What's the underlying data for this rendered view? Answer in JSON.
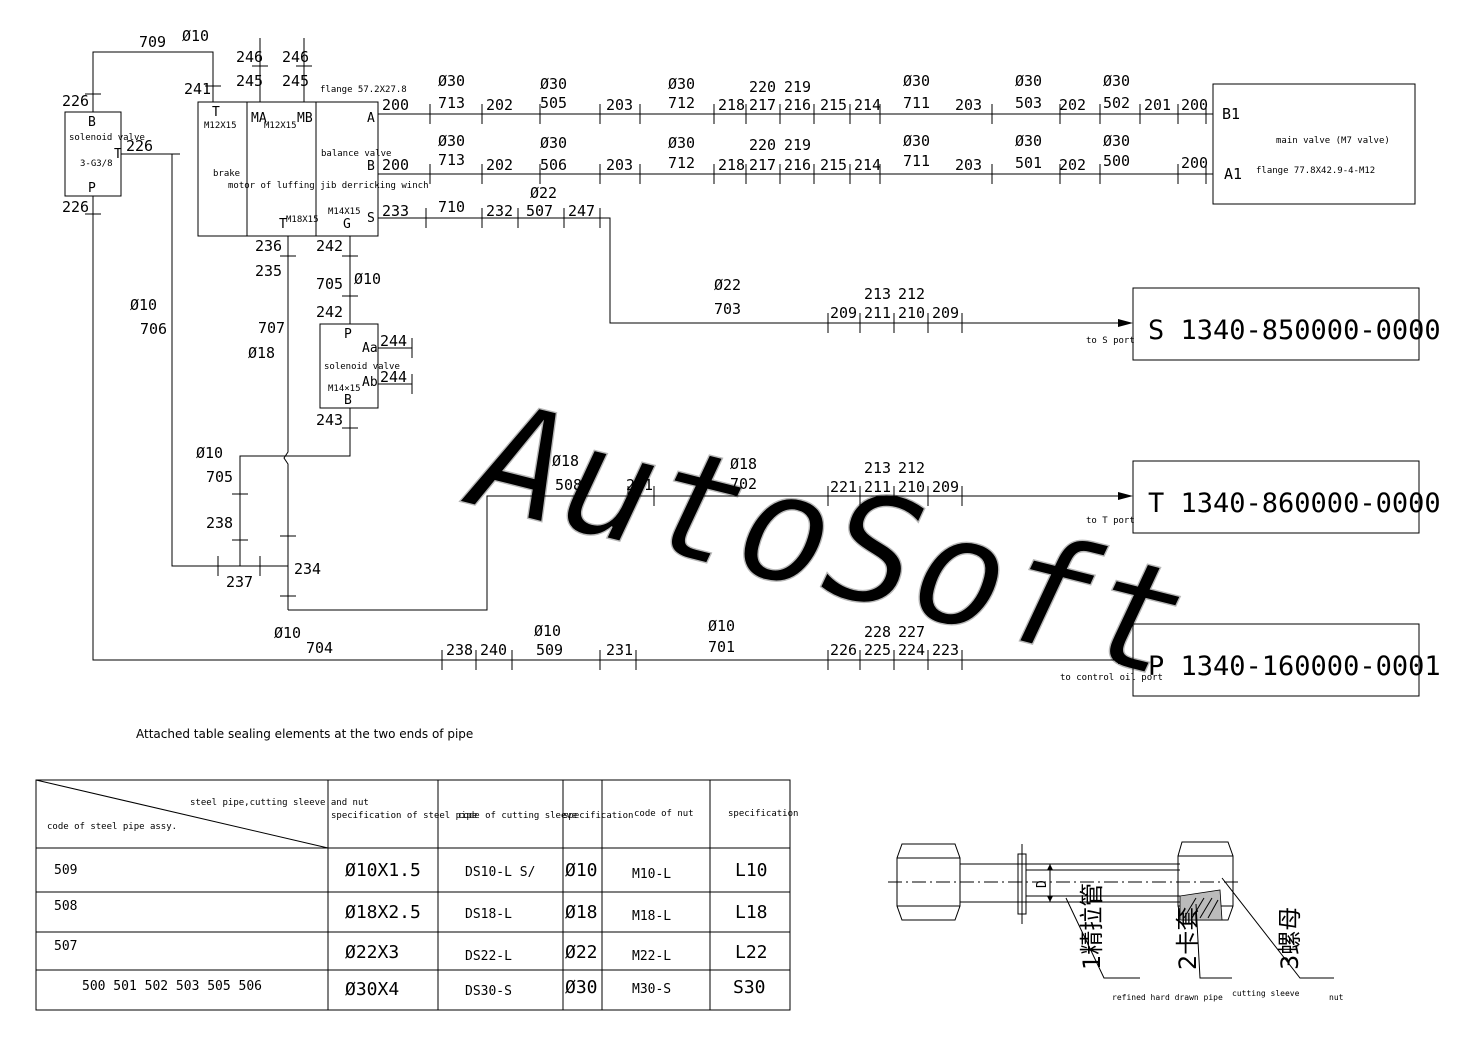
{
  "components": {
    "solenoid_valve_left": {
      "port_b": "B",
      "name": "solenoid valve",
      "thread": "3-G3/8",
      "port_t": "T",
      "port_p": "P"
    },
    "motor": {
      "port_t": "T",
      "thread_t": "M12X15",
      "port_ma": "MA",
      "thread_ma": "M12X15",
      "port_mb": "MB",
      "flange": "flange 57.2X27.8",
      "brake": "brake",
      "name": "motor of luffing jib derricking winch",
      "balance": "balance valve",
      "port_a": "A",
      "port_b": "B",
      "port_s": "S",
      "port_g": "G",
      "thread_g": "M14X15",
      "port_t2": "T",
      "thread_t2": "M18X15"
    },
    "solenoid_valve_mid": {
      "port_p": "P",
      "name": "solenoid valve",
      "thread": "M14×15",
      "port_b": "B",
      "port_aa": "Aa",
      "port_ab": "Ab"
    },
    "main_valve": {
      "port_b1": "B1",
      "port_a1": "A1",
      "name": "main valve (M7 valve)",
      "flange": "flange 77.8X42.9-4-M12"
    },
    "ports": [
      {
        "code": "S 1340-850000-0000",
        "note": "to S port"
      },
      {
        "code": "T 1340-860000-0000",
        "note": "to T port"
      },
      {
        "code": "P 1340-160000-0001",
        "note": "to control oil port"
      }
    ]
  },
  "pipe_labels": {
    "l709": "709",
    "d709": "Ø10",
    "l226a": "226",
    "l226b": "226",
    "l226c": "226",
    "l241": "241",
    "l246a": "246",
    "l245a": "245",
    "l246b": "246",
    "l245b": "245",
    "a_200a": "200",
    "a_713": "713",
    "a_713d": "Ø30",
    "a_202": "202",
    "a_505": "505",
    "a_505d": "Ø30",
    "a_203a": "203",
    "a_712": "712",
    "a_712d": "Ø30",
    "a_218": "218",
    "a_220": "220",
    "a_217": "217",
    "a_219": "219",
    "a_216": "216",
    "a_215": "215",
    "a_214": "214",
    "a_711": "711",
    "a_711d": "Ø30",
    "a_203b": "203",
    "a_503": "503",
    "a_503d": "Ø30",
    "a_202b": "202",
    "a_502": "502",
    "a_502d": "Ø30",
    "a_201": "201",
    "a_200b": "200",
    "b_200a": "200",
    "b_713": "713",
    "b_713d": "Ø30",
    "b_202": "202",
    "b_506": "506",
    "b_506d": "Ø30",
    "b_203a": "203",
    "b_712": "712",
    "b_712d": "Ø30",
    "b_218": "218",
    "b_220": "220",
    "b_217": "217",
    "b_219": "219",
    "b_216": "216",
    "b_215": "215",
    "b_214": "214",
    "b_711": "711",
    "b_711d": "Ø30",
    "b_203b": "203",
    "b_501": "501",
    "b_501d": "Ø30",
    "b_202b": "202",
    "b_500": "500",
    "b_500d": "Ø30",
    "b_200b": "200",
    "s_233": "233",
    "s_710": "710",
    "s_232": "232",
    "s_507": "507",
    "s_507d": "Ø22",
    "s_247": "247",
    "s_703": "703",
    "s_703d": "Ø22",
    "s_209a": "209",
    "s_213": "213",
    "s_211": "211",
    "s_212": "212",
    "s_210": "210",
    "s_209b": "209",
    "v_236": "236",
    "v_235": "235",
    "v_707": "707",
    "v_707d": "Ø18",
    "v_242a": "242",
    "v_705": "705",
    "v_705d": "Ø10",
    "v_242b": "242",
    "v_243": "243",
    "v_244a": "244",
    "v_244b": "244",
    "l_706d": "Ø10",
    "l_706": "706",
    "l_705d": "Ø10",
    "l_705": "705",
    "l_238": "238",
    "l_237": "237",
    "l_234": "234",
    "t_508d": "Ø18",
    "t_508": "508",
    "t_231": "231",
    "t_702d": "Ø18",
    "t_702": "702",
    "t_221": "221",
    "t_213": "213",
    "t_211": "211",
    "t_212": "212",
    "t_210": "210",
    "t_209": "209",
    "p_704d": "Ø10",
    "p_704": "704",
    "p_238": "238",
    "p_240": "240",
    "p_509d": "Ø10",
    "p_509": "509",
    "p_231": "231",
    "p_701d": "Ø10",
    "p_701": "701",
    "p_226": "226",
    "p_228": "228",
    "p_225": "225",
    "p_227": "227",
    "p_224": "224",
    "p_223": "223"
  },
  "watermark": "AutoSoft",
  "table_title": "Attached table  sealing elements at the two ends of pipe",
  "table": {
    "header_diag_top": "steel pipe,cutting sleeve and nut",
    "header_diag_bottom": "code of steel pipe assy.",
    "columns": [
      "specification of steel pipe",
      "code of cutting sleeve",
      "specification",
      "code of nut",
      "specification"
    ],
    "rows": [
      [
        "509",
        "Ø10X1.5",
        "DS10-L S/",
        "Ø10",
        "M10-L",
        "L10"
      ],
      [
        "508",
        "Ø18X2.5",
        "DS18-L",
        "Ø18",
        "M18-L",
        "L18"
      ],
      [
        "507",
        "Ø22X3",
        "DS22-L",
        "Ø22",
        "M22-L",
        "L22"
      ],
      [
        "500 501 502 503 505 506",
        "Ø30X4",
        "DS30-S",
        "Ø30",
        "M30-S",
        "S30"
      ]
    ]
  },
  "fitting": {
    "dim": "D",
    "callouts": [
      "1精拉管",
      "2卡套",
      "3螺母"
    ],
    "captions": [
      "refined hard drawn pipe",
      "cutting sleeve",
      "nut"
    ]
  }
}
